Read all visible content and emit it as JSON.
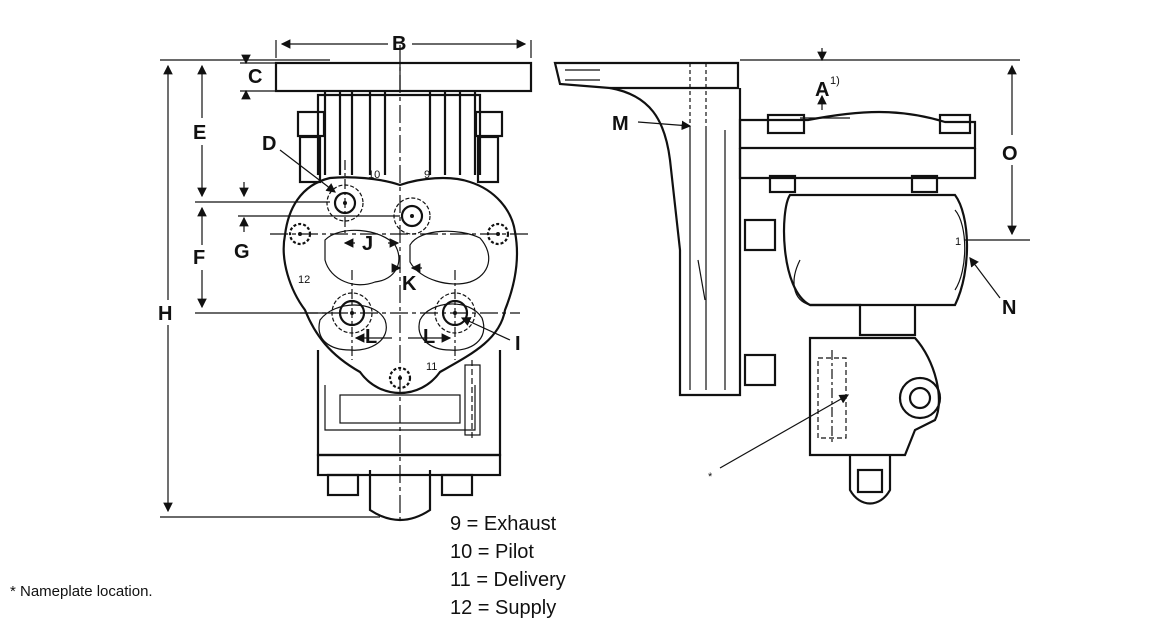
{
  "dimension_labels": {
    "A": "A",
    "A_note": "1)",
    "B": "B",
    "C": "C",
    "D": "D",
    "E": "E",
    "F": "F",
    "G": "G",
    "H": "H",
    "I": "I",
    "J": "J",
    "K": "K",
    "L": "L",
    "M": "M",
    "N": "N",
    "O": "O",
    "star": "*"
  },
  "port_labels": {
    "p9": "9",
    "p10": "10",
    "p11": "11",
    "p12": "12",
    "p1": "1"
  },
  "legend": {
    "items": [
      "9 = Exhaust",
      "10 = Pilot",
      "11 = Delivery",
      "12 = Supply"
    ]
  },
  "footnote": "* Nameplate location."
}
